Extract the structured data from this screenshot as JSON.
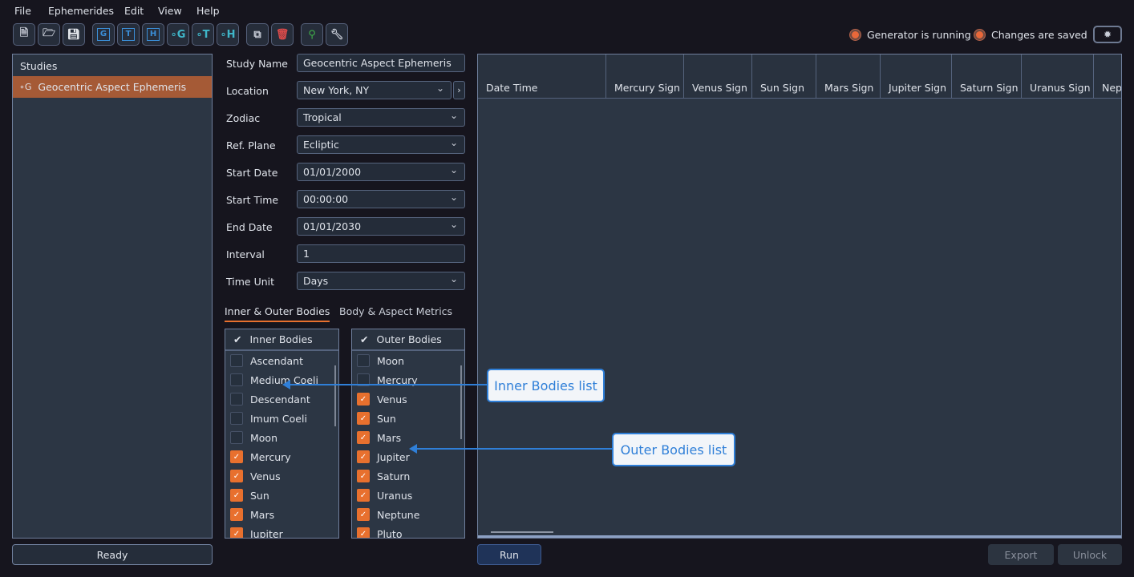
{
  "menu": [
    "File",
    "Ephemerides",
    "Edit",
    "View",
    "Help"
  ],
  "toolbar": {
    "icons": [
      "new-file",
      "open-folder",
      "save",
      "G",
      "T",
      "H",
      "G",
      "T",
      "H",
      "copy",
      "delete",
      "location-pin",
      "wrench"
    ]
  },
  "status": {
    "generator": "Generator is running",
    "saved": "Changes are saved",
    "indicator_color": "#e9683a"
  },
  "studies": {
    "title": "Studies",
    "items": [
      "Geocentric Aspect Ephemeris"
    ],
    "selected_color": "#a55a36"
  },
  "form": {
    "study_name": {
      "label": "Study Name",
      "value": "Geocentric Aspect Ephemeris"
    },
    "location": {
      "label": "Location",
      "value": "New York, NY"
    },
    "zodiac": {
      "label": "Zodiac",
      "value": "Tropical"
    },
    "ref_plane": {
      "label": "Ref. Plane",
      "value": "Ecliptic"
    },
    "start_date": {
      "label": "Start Date",
      "value": "01/01/2000"
    },
    "start_time": {
      "label": "Start Time",
      "value": "00:00:00"
    },
    "end_date": {
      "label": "End Date",
      "value": "01/01/2030"
    },
    "interval": {
      "label": "Interval",
      "value": "1"
    },
    "time_unit": {
      "label": "Time Unit",
      "value": "Days"
    }
  },
  "tabs": {
    "active": "Inner & Outer Bodies",
    "other": "Body & Aspect Metrics"
  },
  "inner": {
    "title": "Inner Bodies",
    "items": [
      {
        "label": "Ascendant",
        "checked": false
      },
      {
        "label": "Medium Coeli",
        "checked": false
      },
      {
        "label": "Descendant",
        "checked": false
      },
      {
        "label": "Imum Coeli",
        "checked": false
      },
      {
        "label": "Moon",
        "checked": false
      },
      {
        "label": "Mercury",
        "checked": true
      },
      {
        "label": "Venus",
        "checked": true
      },
      {
        "label": "Sun",
        "checked": true
      },
      {
        "label": "Mars",
        "checked": true
      },
      {
        "label": "Jupiter",
        "checked": true
      }
    ]
  },
  "outer": {
    "title": "Outer Bodies",
    "items": [
      {
        "label": "Moon",
        "checked": false
      },
      {
        "label": "Mercury",
        "checked": false
      },
      {
        "label": "Venus",
        "checked": true
      },
      {
        "label": "Sun",
        "checked": true
      },
      {
        "label": "Mars",
        "checked": true
      },
      {
        "label": "Jupiter",
        "checked": true
      },
      {
        "label": "Saturn",
        "checked": true
      },
      {
        "label": "Uranus",
        "checked": true
      },
      {
        "label": "Neptune",
        "checked": true
      },
      {
        "label": "Pluto",
        "checked": true
      }
    ]
  },
  "table": {
    "columns": [
      "Date Time",
      "Mercury Sign",
      "Venus Sign",
      "Sun Sign",
      "Mars Sign",
      "Jupiter Sign",
      "Saturn Sign",
      "Uranus Sign",
      "Neptune Sign"
    ]
  },
  "buttons": {
    "ready": "Ready",
    "run": "Run",
    "export": "Export",
    "unlock": "Unlock"
  },
  "callouts": {
    "inner": "Inner Bodies list",
    "outer": "Outer Bodies list"
  }
}
